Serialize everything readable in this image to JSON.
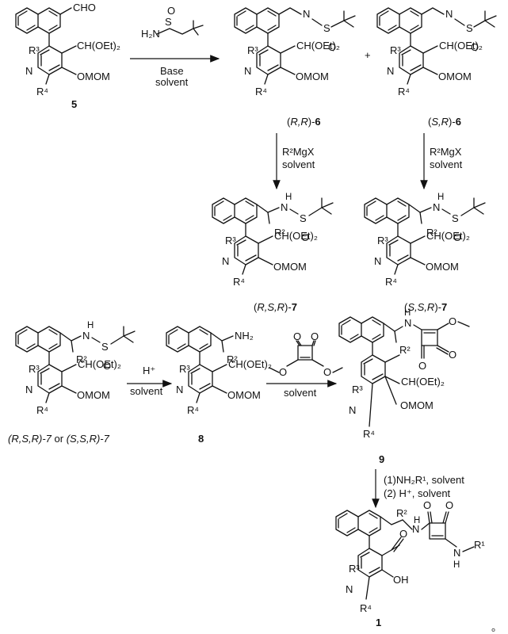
{
  "compounds": {
    "c5": {
      "id": "5",
      "cho": "CHO",
      "acetal": "CH(OEt)₂",
      "omom": "OMOM",
      "n": "N",
      "r3": "R³",
      "r4": "R⁴"
    },
    "c6a": {
      "label_pre": "(",
      "stereo": "R,R",
      "label_post": ")-",
      "id": "6",
      "n_imine": "N",
      "s": "S",
      "o": "O",
      "acetal": "CH(OEt)₂",
      "omom": "OMOM",
      "n": "N",
      "r3": "R³",
      "r4": "R⁴"
    },
    "c6b": {
      "label_pre": "(",
      "stereo": "S,R",
      "label_post": ")-",
      "id": "6",
      "n_imine": "N",
      "s": "S",
      "o": "O",
      "acetal": "CH(OEt)₂",
      "omom": "OMOM",
      "n": "N",
      "r3": "R³",
      "r4": "R⁴"
    },
    "c7a": {
      "label_pre": "(",
      "stereo": "R,S,R",
      "label_post": ")-",
      "id": "7",
      "nh": "H",
      "nh_n": "N",
      "r2": "R²",
      "s": "S",
      "o": "O",
      "acetal": "CH(OEt)₂",
      "omom": "OMOM",
      "n": "N",
      "r3": "R³",
      "r4": "R⁴"
    },
    "c7b": {
      "label_pre": "(",
      "stereo": "S,S,R",
      "label_post": ")-",
      "id": "7",
      "nh": "H",
      "nh_n": "N",
      "r2": "R²",
      "s": "S",
      "o": "O",
      "acetal": "CH(OEt)₂",
      "omom": "OMOM",
      "n": "N",
      "r3": "R³",
      "r4": "R⁴"
    },
    "c7mix": {
      "text_a": "(R,S,R)-7",
      "or": " or ",
      "text_b": "(S,S,R)-7",
      "nh": "H",
      "nh_n": "N",
      "r2": "R²",
      "s": "S",
      "o": "O",
      "acetal": "CH(OEt)₂",
      "omom": "OMOM",
      "n": "N",
      "r3": "R³",
      "r4": "R⁴"
    },
    "c8": {
      "id": "8",
      "nh2": "NH₂",
      "r2": "R²",
      "acetal": "CH(OEt)₂",
      "omom": "OMOM",
      "n": "N",
      "r3": "R³",
      "r4": "R⁴"
    },
    "c9": {
      "id": "9",
      "h": "H",
      "n_amine": "N",
      "r2": "R²",
      "o1": "O",
      "o2": "O",
      "ome_o": "O",
      "acetal": "CH(OEt)₂",
      "omom": "OMOM",
      "n": "N",
      "r3": "R³",
      "r4": "R⁴"
    },
    "c1": {
      "id": "1",
      "r2": "R²",
      "h1": "H",
      "n1": "N",
      "o1": "O",
      "o2": "O",
      "nh": "N",
      "h2": "H",
      "r1": "R¹",
      "cho_o": "O",
      "oh": "OH",
      "n": "N",
      "r3": "R³",
      "r4": "R⁴"
    }
  },
  "reagents": {
    "step1": {
      "h2n": "H₂N",
      "s": "S",
      "o": "O",
      "base": "Base",
      "solvent": "solvent"
    },
    "step2": {
      "plus": "+"
    },
    "step3a": {
      "grignard": "R²MgX",
      "solvent": "solvent"
    },
    "step3b": {
      "grignard": "R²MgX",
      "solvent": "solvent"
    },
    "step4": {
      "acid": "H⁺",
      "solvent": "solvent"
    },
    "step5": {
      "o1": "O",
      "o2": "O",
      "o3": "O",
      "o4": "O",
      "solvent": "solvent"
    },
    "step6": {
      "line1": "(1)NH₂R¹, solvent",
      "line2": "(2) H⁺, solvent"
    }
  },
  "footer": {
    "mark": "。"
  }
}
